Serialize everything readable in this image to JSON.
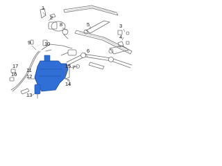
{
  "diagram": {
    "highlight_color": "#2f6fd6",
    "line_color": "#6f6f6f",
    "callouts": [
      {
        "id": "1",
        "text": "1"
      },
      {
        "id": "2",
        "text": "2"
      },
      {
        "id": "3",
        "text": "3"
      },
      {
        "id": "4",
        "text": "4"
      },
      {
        "id": "5",
        "text": "5"
      },
      {
        "id": "6",
        "text": "6"
      },
      {
        "id": "7",
        "text": "7"
      },
      {
        "id": "8",
        "text": "8"
      },
      {
        "id": "9",
        "text": "9"
      },
      {
        "id": "10",
        "text": "10"
      },
      {
        "id": "11",
        "text": "11"
      },
      {
        "id": "12",
        "text": "12"
      },
      {
        "id": "13",
        "text": "13"
      },
      {
        "id": "14",
        "text": "14"
      },
      {
        "id": "15",
        "text": "15"
      },
      {
        "id": "16",
        "text": "16"
      },
      {
        "id": "17",
        "text": "17"
      }
    ]
  }
}
